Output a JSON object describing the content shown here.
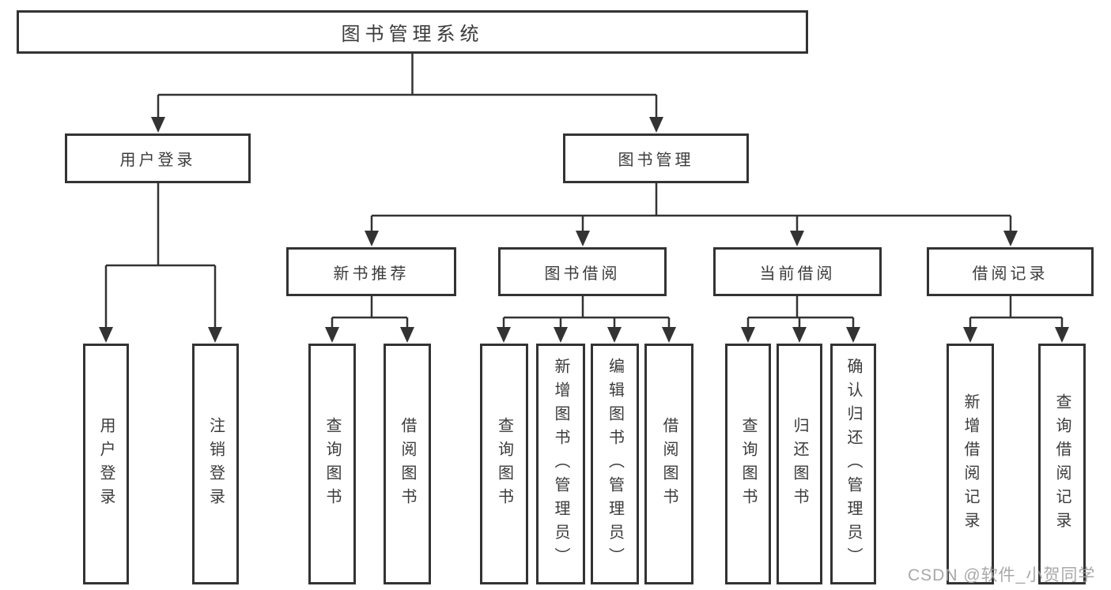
{
  "diagram": {
    "title": "图书管理系统",
    "tree": {
      "root": "图书管理系统",
      "login_branch": {
        "label": "用户登录",
        "children": [
          "用户登录",
          "注销登录"
        ]
      },
      "management_branch": {
        "label": "图书管理",
        "groups": [
          {
            "label": "新书推荐",
            "children": [
              "查询图书",
              "借阅图书"
            ]
          },
          {
            "label": "图书借阅",
            "children": [
              "查询图书",
              "新增图书（管理员）",
              "编辑图书（管理员）",
              "借阅图书"
            ]
          },
          {
            "label": "当前借阅",
            "children": [
              "查询图书",
              "归还图书",
              "确认归还（管理员）"
            ]
          },
          {
            "label": "借阅记录",
            "children": [
              "新增借阅记录",
              "查询借阅记录"
            ]
          }
        ]
      }
    },
    "colors": {
      "line": "#333333",
      "box_border": "#333333",
      "text": "#3b3b3b",
      "watermark": "#9e9e9e",
      "background": "#ffffff"
    }
  },
  "watermark": "CSDN @软件_小贺同学"
}
